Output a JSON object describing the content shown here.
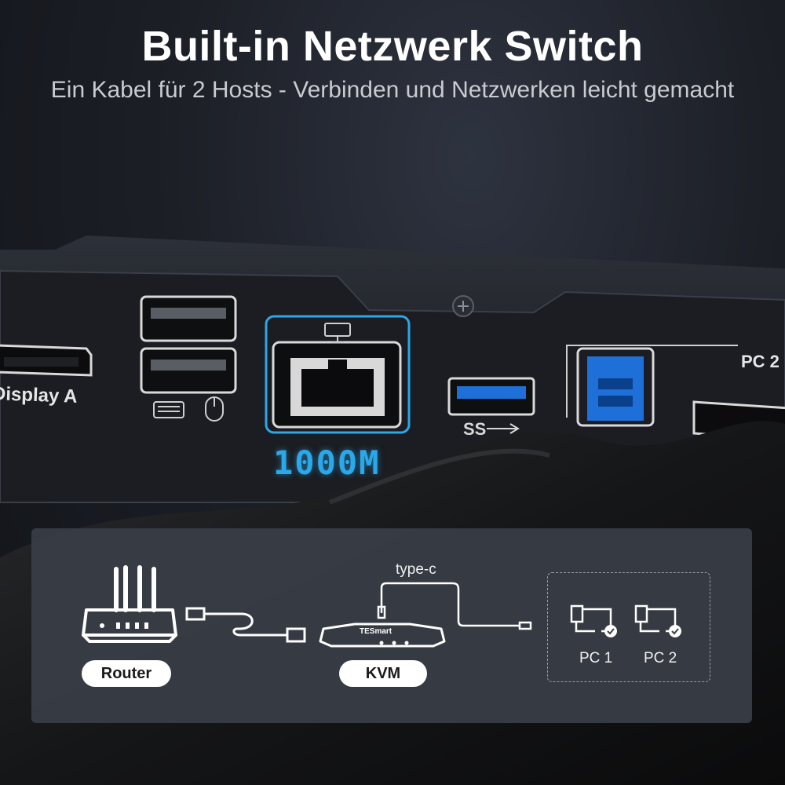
{
  "header": {
    "title": "Built-in Netzwerk Switch",
    "subtitle": "Ein Kabel für 2 Hosts - Verbinden und Netzwerken leicht gemacht"
  },
  "device": {
    "port_labels": {
      "display": "Display A",
      "pc2": "PC 2",
      "usb3": "SS"
    },
    "lan_speed": "1000M"
  },
  "diagram": {
    "router_label": "Router",
    "kvm_label": "KVM",
    "cable_label": "type-c",
    "hosts": [
      {
        "label": "PC 1"
      },
      {
        "label": "PC 2"
      }
    ],
    "brand": "TESmart"
  },
  "colors": {
    "accent": "#2aa8ea",
    "panel": "#3a3e47",
    "usb_blue": "#1e6fd8"
  }
}
